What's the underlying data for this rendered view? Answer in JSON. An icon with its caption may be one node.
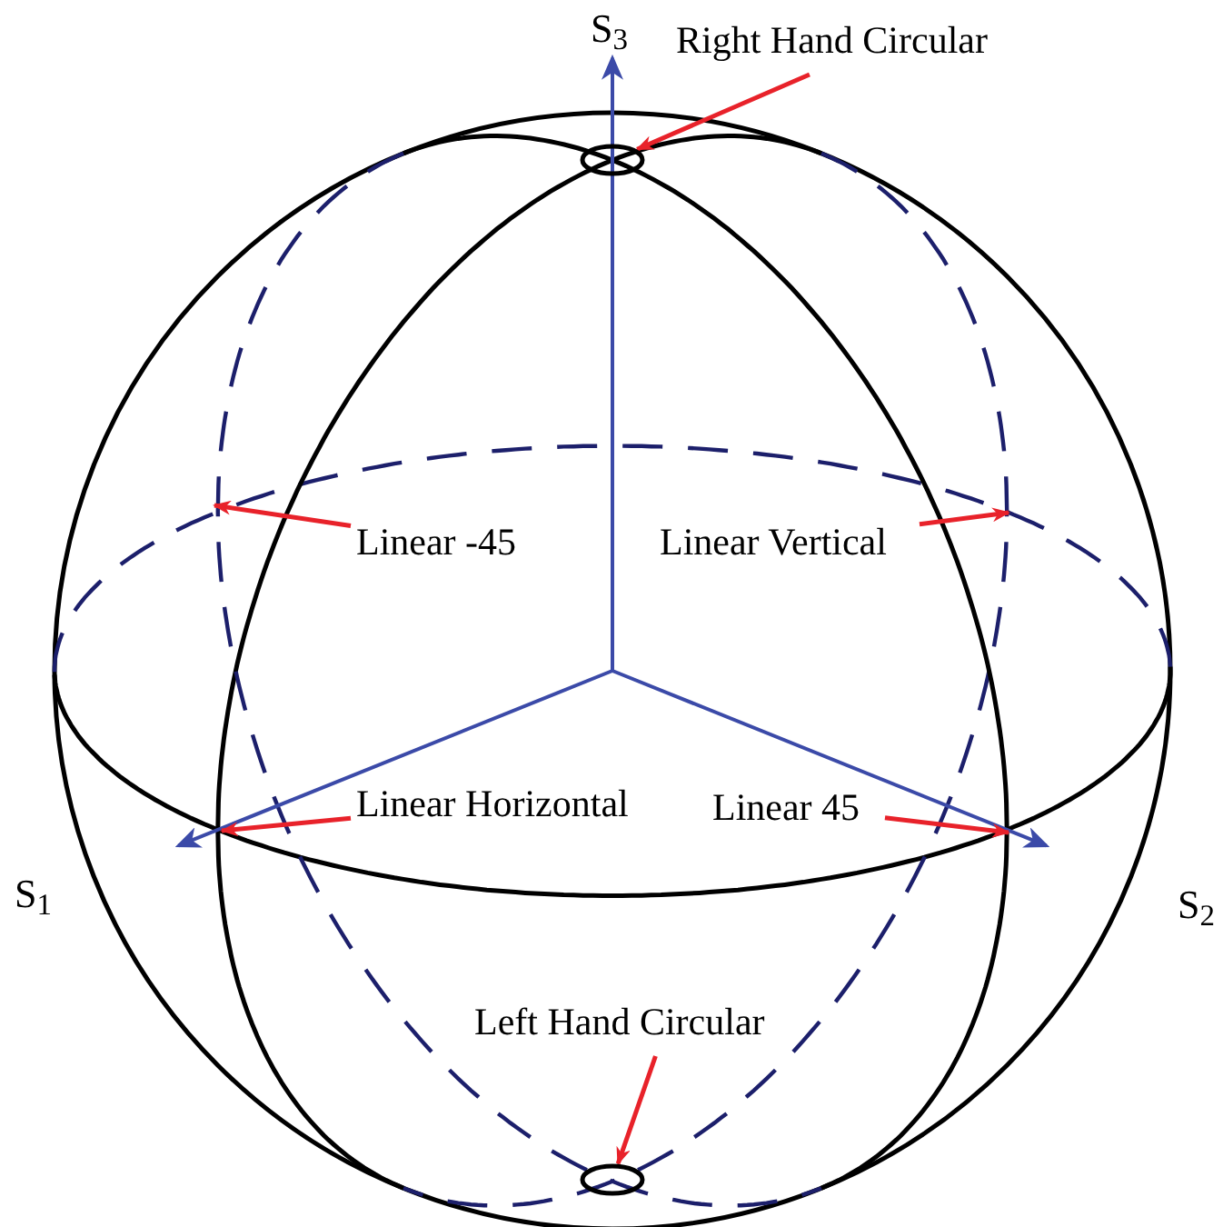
{
  "diagram": {
    "nodes": [
      {
        "text": [
          "Right Hand Circular"
        ]
      },
      {
        "text": [],
        "shape": "circle"
      },
      {
        "text": [
          "Linear -45"
        ]
      },
      {
        "text": [
          "Linear Vertical"
        ]
      },
      {
        "text": [
          "Linear Horizontal"
        ]
      },
      {
        "text": [
          "Linear 45"
        ]
      },
      {
        "text": [
          "Left Hand Circular"
        ]
      },
      {
        "text": [],
        "shape": "circle"
      }
    ],
    "edges": [
      {
        "from": 0,
        "to": 1,
        "arrow": "to"
      },
      {
        "from": 2,
        "to": null,
        "arrow": "to"
      },
      {
        "from": 3,
        "to": null,
        "arrow": "to"
      },
      {
        "from": 4,
        "to": null,
        "arrow": "to"
      },
      {
        "from": 5,
        "to": null,
        "arrow": "to"
      },
      {
        "from": 6,
        "to": 7,
        "arrow": "to"
      }
    ],
    "labels": [
      "S$_{3}$",
      "S$_{1}$",
      "S$_{2}$"
    ]
  }
}
